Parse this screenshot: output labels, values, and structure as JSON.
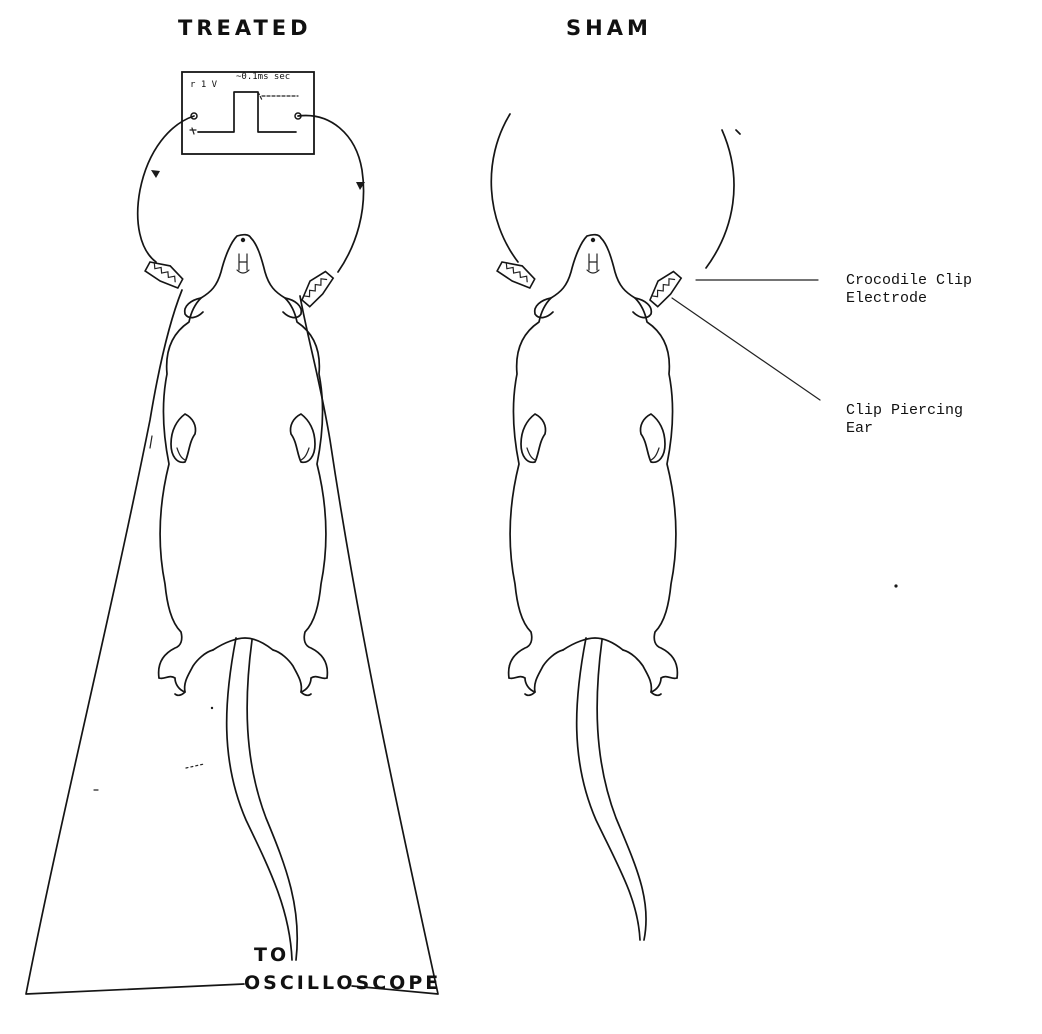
{
  "headers": {
    "treated": "TREATED",
    "sham": "SHAM"
  },
  "labels": {
    "clip_electrode_line1": "Crocodile Clip",
    "clip_electrode_line2": "Electrode",
    "clip_piercing_line1": "Clip Piercing",
    "clip_piercing_line2": "Ear"
  },
  "destination": {
    "to": "TO",
    "oscilloscope": "OSCILLOSCOPE"
  },
  "stimulator_box": {
    "tiny_text_left": "r 1 V",
    "tiny_text_top": "~0.1ms sec"
  }
}
